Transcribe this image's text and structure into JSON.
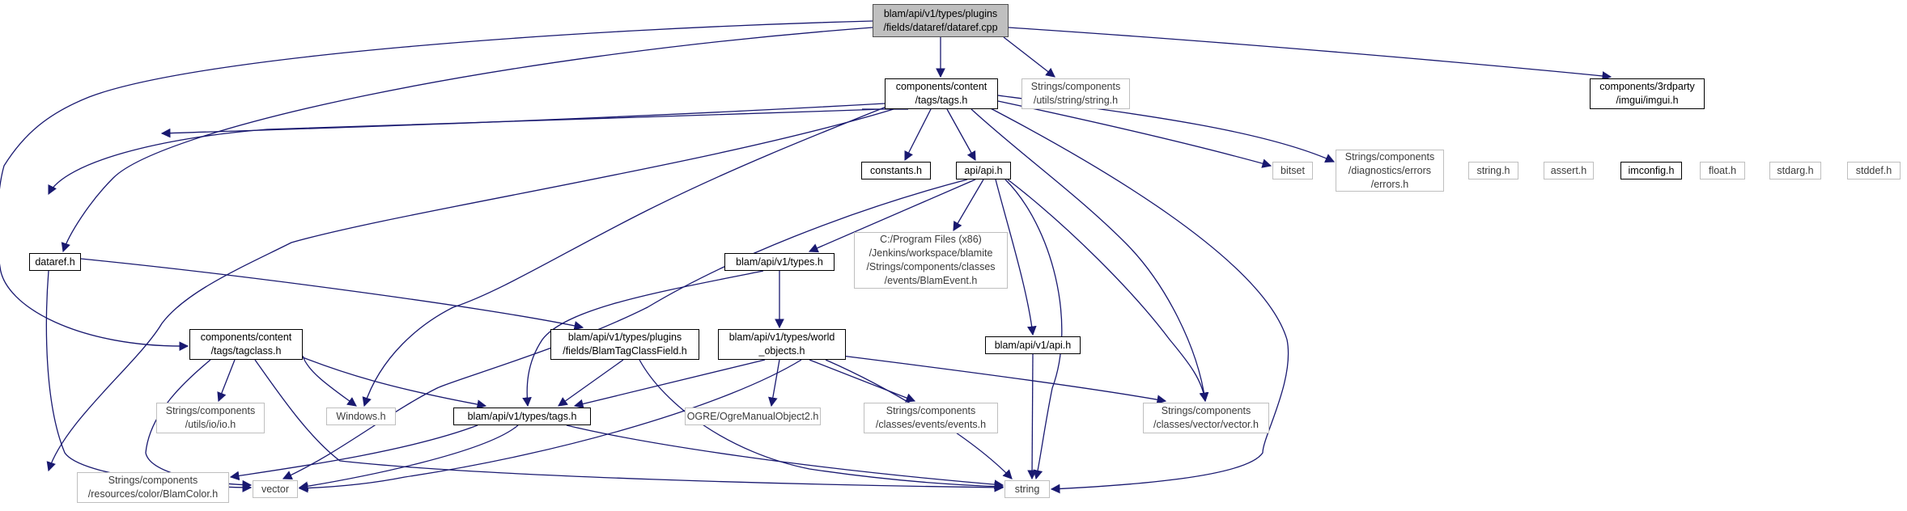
{
  "colors": {
    "edge": "#191970",
    "root_fill": "#bfbfbf",
    "node_border": "#000000",
    "external_border": "#bfbfbf"
  },
  "nodes": {
    "root": "blam/api/v1/types/plugins\n/fields/dataref/dataref.cpp",
    "tags_h": "components/content\n/tags/tags.h",
    "string_utils": "Strings/components\n/utils/string/string.h",
    "imgui_h": "components/3rdparty\n/imgui/imgui.h",
    "constants_h": "constants.h",
    "api_h": "api/api.h",
    "bitset": "bitset",
    "errors_h": "Strings/components\n/diagnostics/errors\n/errors.h",
    "string_h": "string.h",
    "assert_h": "assert.h",
    "imconfig_h": "imconfig.h",
    "float_h": "float.h",
    "stdarg_h": "stdarg.h",
    "stddef_h": "stddef.h",
    "dataref_h": "dataref.h",
    "types_h": "blam/api/v1/types.h",
    "blamevent_h": "C:/Program Files (x86)\n/Jenkins/workspace/blamite\n/Strings/components/classes\n/events/BlamEvent.h",
    "tagclass_h": "components/content\n/tags/tagclass.h",
    "tagclassfield_h": "blam/api/v1/types/plugins\n/fields/BlamTagClassField.h",
    "world_objects_h": "blam/api/v1/types/world\n_objects.h",
    "v1_api_h": "blam/api/v1/api.h",
    "io_h": "Strings/components\n/utils/io/io.h",
    "windows_h": "Windows.h",
    "v1_tags_h": "blam/api/v1/types/tags.h",
    "ogre_h": "OGRE/OgreManualObject2.h",
    "events_h": "Strings/components\n/classes/events/events.h",
    "vector_h": "Strings/components\n/classes/vector/vector.h",
    "blamcolor_h": "Strings/components\n/resources/color/BlamColor.h",
    "vector": "vector",
    "string": "string"
  }
}
